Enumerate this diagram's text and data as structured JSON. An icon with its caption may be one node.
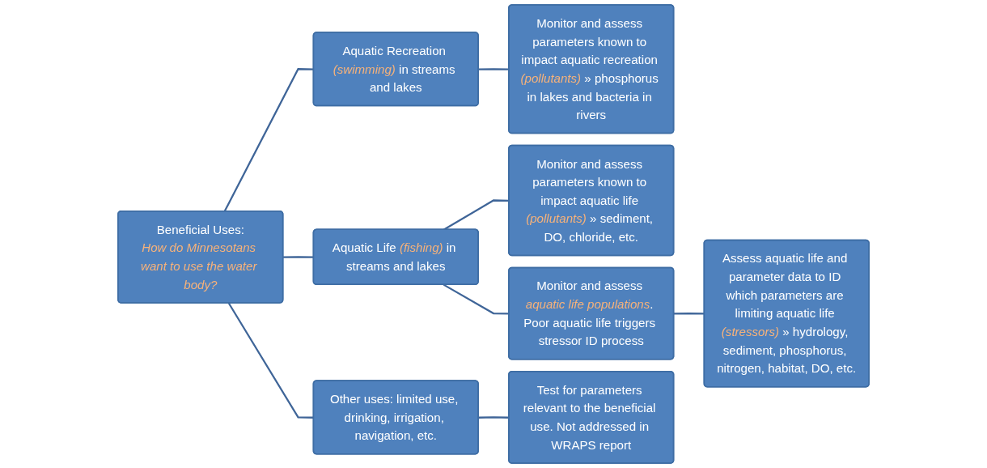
{
  "diagram": {
    "nodes": [
      {
        "text": [
          "Beneficial Uses:",
          "How do Minnesotans want to use the water body?"
        ]
      },
      {
        "text": [
          "Aquatic Recreation *(swimming)* in streams and lakes"
        ]
      },
      {
        "text": [
          "Monitor and assess parameters known to impact aquatic recreation *(pollutants)* » phosphorus in lakes and bacteria in rivers"
        ]
      },
      {
        "text": [
          "Aquatic Life *(fishing)* in streams and lakes"
        ]
      },
      {
        "text": [
          "Monitor and assess parameters known to impact aquatic life *(pollutants)* » sediment, DO, chloride, etc."
        ]
      },
      {
        "text": [
          "Monitor and assess *aquatic life populations*. Poor aquatic life triggers stressor ID process"
        ]
      },
      {
        "text": [
          "Other uses: limited use, drinking, irrigation, navigation, etc."
        ]
      },
      {
        "text": [
          "Test for parameters relevant to the beneficial use. Not addressed in WRAPS report"
        ]
      },
      {
        "text": [
          "Assess aquatic life and parameter data to ID which parameters are limiting aquatic life *(stressors)* » hydrology, sediment, phosphorus, nitrogen, habitat, DO, etc."
        ]
      }
    ],
    "edges": [
      {
        "from": 0,
        "to": 1,
        "arrow": "none"
      },
      {
        "from": 0,
        "to": 3,
        "arrow": "none"
      },
      {
        "from": 0,
        "to": 6,
        "arrow": "none"
      },
      {
        "from": 1,
        "to": 2,
        "arrow": "none"
      },
      {
        "from": 3,
        "to": 4,
        "arrow": "none"
      },
      {
        "from": 3,
        "to": 5,
        "arrow": "none"
      },
      {
        "from": 5,
        "to": 8,
        "arrow": "none"
      },
      {
        "from": 6,
        "to": 7,
        "arrow": "none"
      }
    ]
  }
}
